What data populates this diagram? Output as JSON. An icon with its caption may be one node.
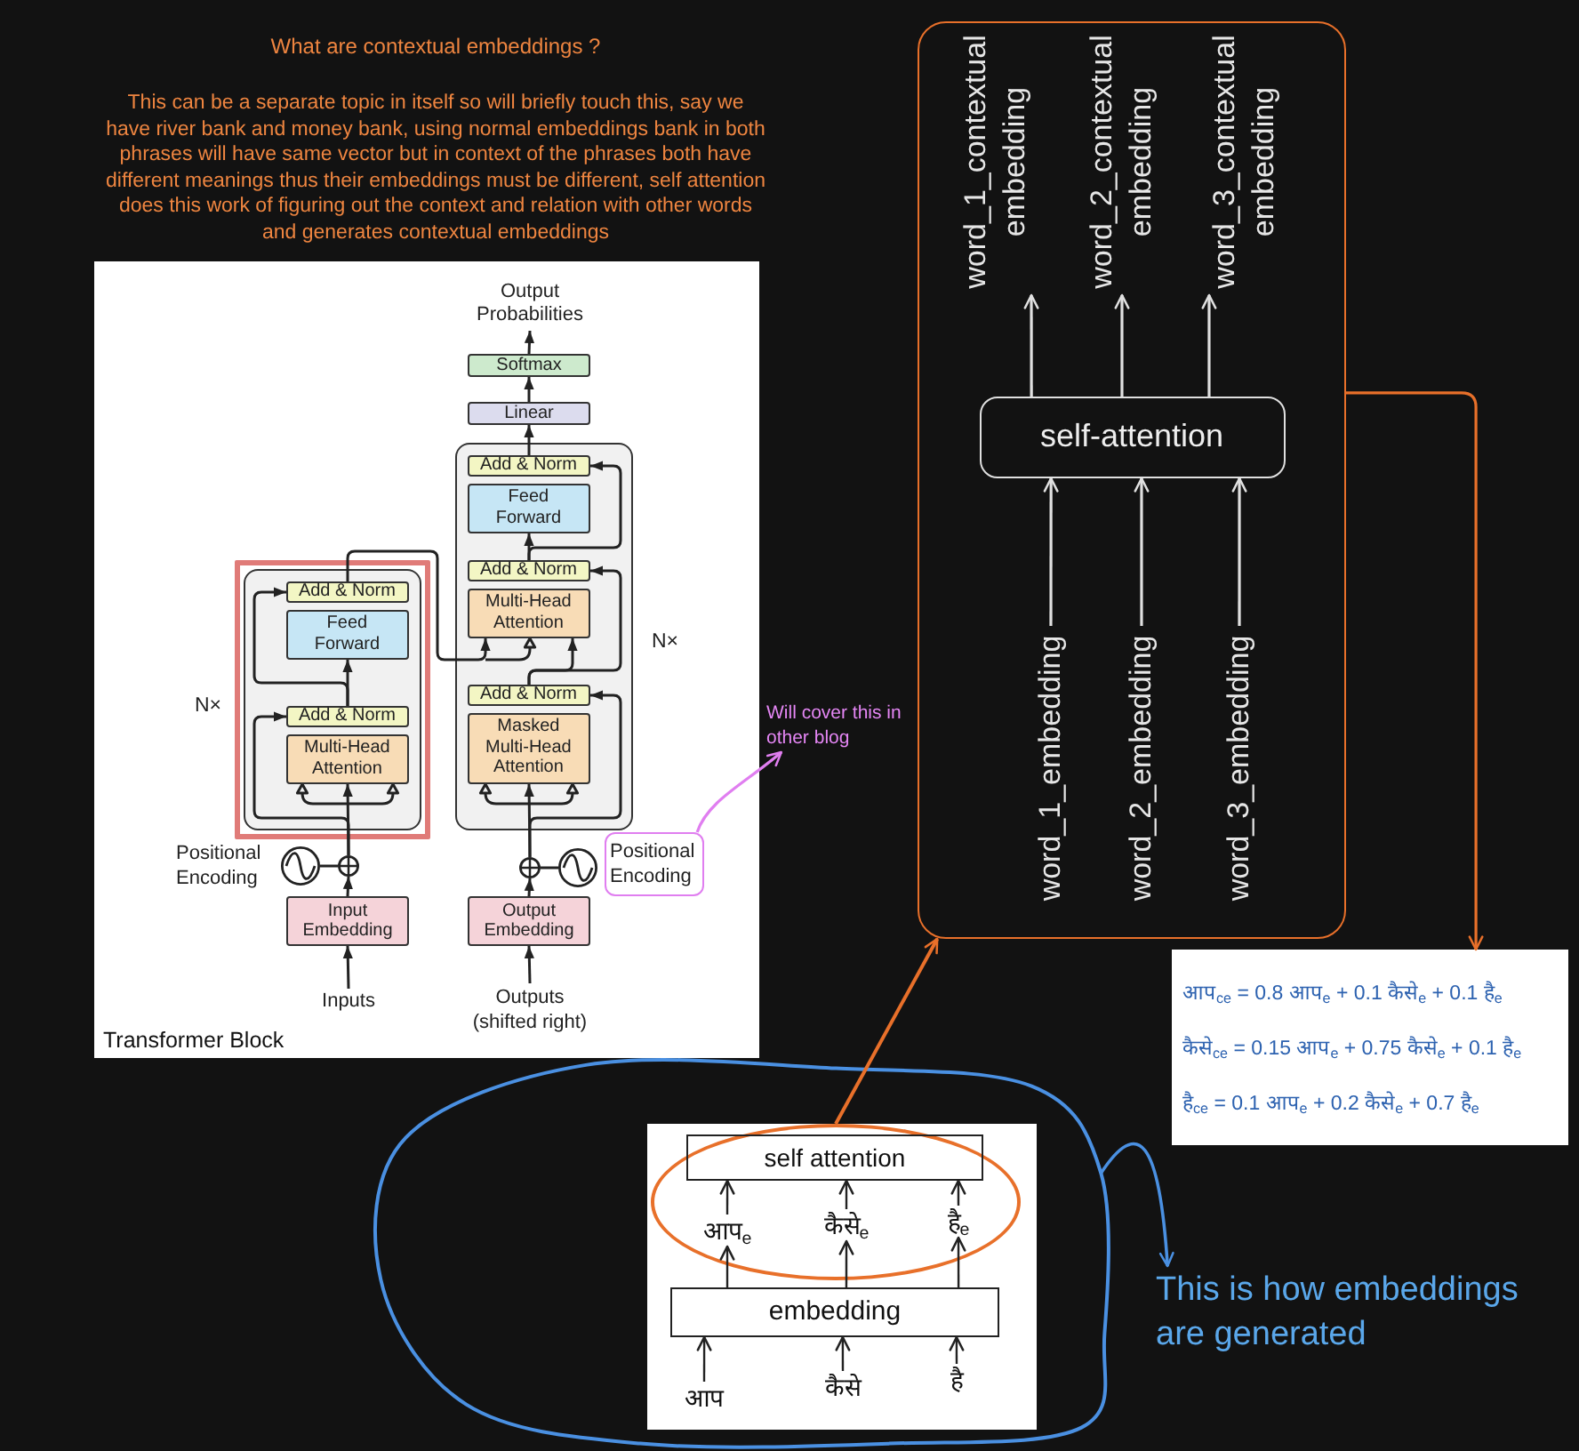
{
  "diagram": {
    "nodes": [
      {
        "text": [
          "Transformer Block"
        ]
      },
      {
        "text": [
          "Output Probabilities"
        ],
        "in": 0
      },
      {
        "text": [
          "Softmax"
        ],
        "in": 0
      },
      {
        "text": [
          "Linear"
        ],
        "in": 0
      },
      {
        "text": [],
        "shape": "box",
        "in": 0
      },
      {
        "text": [],
        "shape": "box",
        "in": 4,
        "beside": [
          "N×"
        ]
      },
      {
        "text": [
          "Add & Norm"
        ],
        "in": 5
      },
      {
        "text": [
          "Feed Forward"
        ],
        "in": 5
      },
      {
        "text": [
          "Add & Norm"
        ],
        "in": 5
      },
      {
        "text": [
          "Multi-Head Attention"
        ],
        "in": 5
      },
      {
        "text": [],
        "shape": "box",
        "in": 0,
        "beside": [
          "N×"
        ]
      },
      {
        "text": [
          "Add & Norm"
        ],
        "in": 10
      },
      {
        "text": [
          "Feed Forward"
        ],
        "in": 10
      },
      {
        "text": [
          "Add & Norm"
        ],
        "in": 10
      },
      {
        "text": [
          "Multi-Head Attention"
        ],
        "in": 10
      },
      {
        "text": [
          "Add & Norm"
        ],
        "in": 10
      },
      {
        "text": [
          "Masked Multi-Head Attention"
        ],
        "in": 10
      },
      {
        "text": [],
        "shape": "circle",
        "in": 0,
        "beside": [
          "Positional Encoding"
        ]
      },
      {
        "text": [],
        "shape": "circle",
        "in": 0
      },
      {
        "text": [],
        "shape": "circle",
        "in": 0
      },
      {
        "text": [],
        "shape": "circle",
        "in": 0
      },
      {
        "text": [
          "Positional Encoding"
        ],
        "in": 0
      },
      {
        "text": [
          "Input Embedding"
        ],
        "in": 0
      },
      {
        "text": [
          "Output Embedding"
        ],
        "in": 0
      },
      {
        "text": [
          "Inputs"
        ],
        "in": 0
      },
      {
        "text": [
          "Outputs (shifted right)"
        ],
        "in": 0
      },
      {
        "text": [
          "Will cover this in other blog"
        ]
      },
      {
        "text": [],
        "shape": "box"
      },
      {
        "text": [
          "word_1_contextual embedding"
        ],
        "in": 27
      },
      {
        "text": [
          "word_2_contextual embedding"
        ],
        "in": 27
      },
      {
        "text": [
          "word_3_contextual embedding"
        ],
        "in": 27
      },
      {
        "text": [
          "self-attention"
        ],
        "in": 27
      },
      {
        "text": [
          "word_1_embedding"
        ],
        "in": 27
      },
      {
        "text": [
          "word_2_embedding"
        ],
        "in": 27
      },
      {
        "text": [
          "word_3_embedding"
        ],
        "in": 27
      },
      {
        "text": [
          "आप$_{ce}$ = 0.8 आप$_{e}$ + 0.1 कैसे$_{e}$ + 0.1 है$_{e}$",
          "कैसे$_{ce}$ = 0.15 आप$_{e}$ + 0.75 कैसे$_{e}$ + 0.1 है$_{e}$",
          "है$_{ce}$ = 0.1 आप$_{e}$ + 0.2 कैसे$_{e}$ + 0.7 है$_{e}$"
        ]
      },
      {
        "text": [],
        "shape": "ellipse"
      },
      {
        "text": [],
        "shape": "box",
        "in": 36
      },
      {
        "text": [],
        "shape": "ellipse",
        "in": 37
      },
      {
        "text": [
          "self attention"
        ],
        "in": 38
      },
      {
        "text": [
          "आप$_{e}$"
        ],
        "in": 38
      },
      {
        "text": [
          "कैसे$_{e}$"
        ],
        "in": 38
      },
      {
        "text": [
          "है$_{e}$"
        ],
        "in": 38
      },
      {
        "text": [
          "embedding"
        ],
        "in": 37
      },
      {
        "text": [
          "आप"
        ],
        "in": 37
      },
      {
        "text": [
          "कैसे"
        ],
        "in": 37
      },
      {
        "text": [
          "है"
        ],
        "in": 37
      },
      {
        "text": [
          "This is how embeddings are generated"
        ]
      }
    ],
    "edges": [
      {
        "from": 24,
        "to": 22,
        "arrow": "to"
      },
      {
        "from": 22,
        "to": 18,
        "arrow": "to"
      },
      {
        "from": 17,
        "to": 18,
        "arrow": "none"
      },
      {
        "from": 18,
        "to": 9,
        "arrow": "to"
      },
      {
        "from": 18,
        "to": 8,
        "arrow": "to"
      },
      {
        "from": 8,
        "to": 7,
        "arrow": "to"
      },
      {
        "from": 8,
        "to": 6,
        "arrow": "to"
      },
      {
        "from": 6,
        "to": 14,
        "arrow": "to"
      },
      {
        "from": 25,
        "to": 23,
        "arrow": "to"
      },
      {
        "from": 23,
        "to": 19,
        "arrow": "to"
      },
      {
        "from": 20,
        "to": 19,
        "arrow": "none"
      },
      {
        "from": 19,
        "to": 16,
        "arrow": "to"
      },
      {
        "from": 19,
        "to": 15,
        "arrow": "to"
      },
      {
        "from": 15,
        "to": 14,
        "arrow": "to"
      },
      {
        "from": 15,
        "to": 13,
        "arrow": "to"
      },
      {
        "from": 13,
        "to": 12,
        "arrow": "to"
      },
      {
        "from": 13,
        "to": 11,
        "arrow": "to"
      },
      {
        "from": 11,
        "to": 3,
        "arrow": "to"
      },
      {
        "from": 3,
        "to": 2,
        "arrow": "to"
      },
      {
        "from": 2,
        "to": 1,
        "arrow": "to"
      },
      {
        "from": 21,
        "to": 26,
        "arrow": "to",
        "color": "#e07ef0"
      },
      {
        "from": 38,
        "to": 27,
        "arrow": "to",
        "color": "#e8702a"
      },
      {
        "from": 27,
        "to": 35,
        "arrow": "to",
        "color": "#e8702a"
      },
      {
        "from": 36,
        "to": 47,
        "arrow": "to",
        "color": "#4a90e2"
      },
      {
        "from": 32,
        "to": 31,
        "arrow": "to",
        "color": "#e0e0e0"
      },
      {
        "from": 33,
        "to": 31,
        "arrow": "to",
        "color": "#e0e0e0"
      },
      {
        "from": 34,
        "to": 31,
        "arrow": "to",
        "color": "#e0e0e0"
      },
      {
        "from": 31,
        "to": 28,
        "arrow": "to",
        "color": "#e0e0e0"
      },
      {
        "from": 31,
        "to": 29,
        "arrow": "to",
        "color": "#e0e0e0"
      },
      {
        "from": 31,
        "to": 30,
        "arrow": "to",
        "color": "#e0e0e0"
      },
      {
        "from": 44,
        "to": 43,
        "arrow": "to"
      },
      {
        "from": 45,
        "to": 43,
        "arrow": "to"
      },
      {
        "from": 46,
        "to": 43,
        "arrow": "to"
      },
      {
        "from": 43,
        "to": 40,
        "arrow": "to"
      },
      {
        "from": 43,
        "to": 41,
        "arrow": "to"
      },
      {
        "from": 43,
        "to": 42,
        "arrow": "to"
      },
      {
        "from": 40,
        "to": 39,
        "arrow": "to"
      },
      {
        "from": 41,
        "to": 39,
        "arrow": "to"
      },
      {
        "from": 42,
        "to": 39,
        "arrow": "to"
      }
    ],
    "labels": [
      "What are contextual embeddings ?",
      "This can be a separate topic in itself so will briefly touch this, say we have river bank and money bank, using normal embeddings bank in both phrases will have same vector but in context of the phrases both have different meanings thus their embeddings must be different, self attention does this work of figuring out the context and relation with other words and generates contextual embeddings"
    ]
  }
}
